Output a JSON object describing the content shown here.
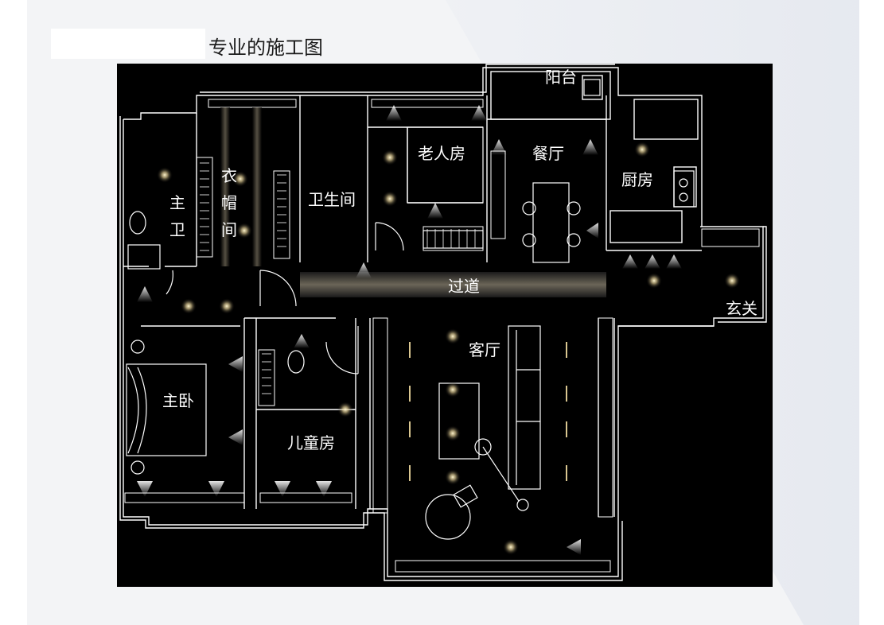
{
  "header": {
    "title": "专业的施工图"
  },
  "plan": {
    "rooms": {
      "balcony": "阳台",
      "elder_room": "老人房",
      "dining": "餐厅",
      "kitchen": "厨房",
      "closet": "衣帽间",
      "master_bath": "主卫",
      "bathroom": "卫生间",
      "corridor": "过道",
      "foyer": "玄关",
      "living": "客厅",
      "master_bedroom": "主卧",
      "kids_room": "儿童房"
    }
  },
  "colors": {
    "plan_background": "#000000",
    "wall_lines": "#ffffff",
    "light_glow": "#fff3c8",
    "page_background": "#f4f5f7"
  }
}
